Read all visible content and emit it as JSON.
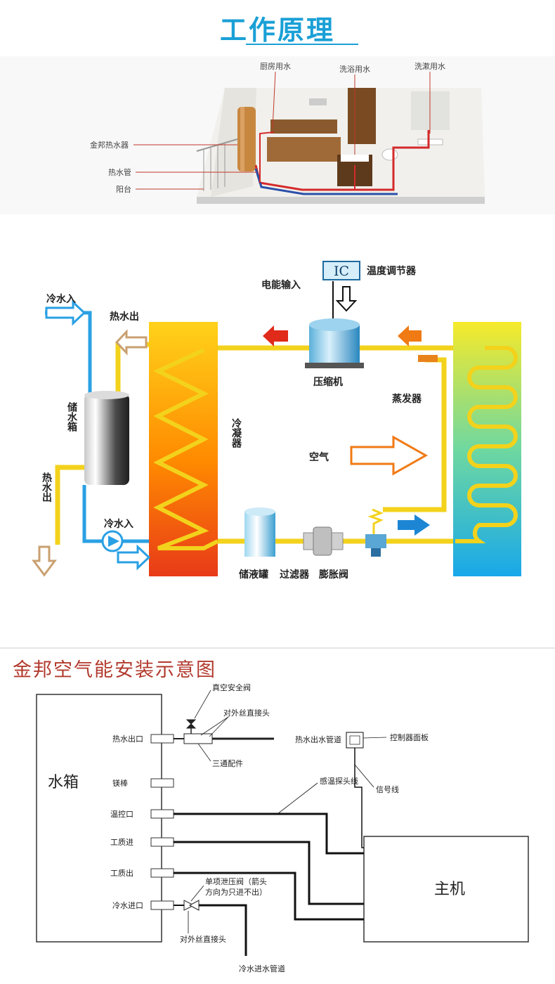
{
  "title": "工作原理",
  "house": {
    "labels": {
      "kitchen": "厨房用水",
      "shower": "洗浴用水",
      "wash": "洗漱用水",
      "heater": "金邦热水器",
      "pipe": "热水管",
      "balcony": "阳台"
    }
  },
  "cycle": {
    "ic": "IC",
    "thermostat": "温度调节器",
    "power_input": "电能输入",
    "cold_in_top": "冷水入",
    "hot_out_top": "热水出",
    "tank": "储水箱",
    "hot_out_left": "热水出",
    "cold_in_bottom": "冷水入",
    "condenser": "冷凝器",
    "compressor": "压缩机",
    "evaporator": "蒸发器",
    "air": "空气",
    "receiver": "储液罐",
    "filter": "过滤器",
    "expansion_valve": "膨胀阀"
  },
  "install": {
    "title": "金邦空气能安装示意图",
    "tank": "水箱",
    "host": "主机",
    "ports": {
      "hot_out": "热水出口",
      "mg_rod": "镁棒",
      "temp": "温控口",
      "fluid_in": "工质进",
      "fluid_out": "工质出",
      "cold_in": "冷水进口"
    },
    "notes": {
      "vacuum_valve": "真空安全阀",
      "ext_thread_top": "对外丝直接头",
      "tee": "三通配件",
      "hot_pipe": "热水出水管道",
      "controller": "控制器面板",
      "sensor_wire": "感温探头线",
      "signal_wire": "信号线",
      "check_valve_1": "单项泄压阀（箭头",
      "check_valve_2": "方向为只进不出）",
      "ext_thread_bottom": "对外丝直接头",
      "cold_pipe": "冷水进水管道"
    }
  }
}
